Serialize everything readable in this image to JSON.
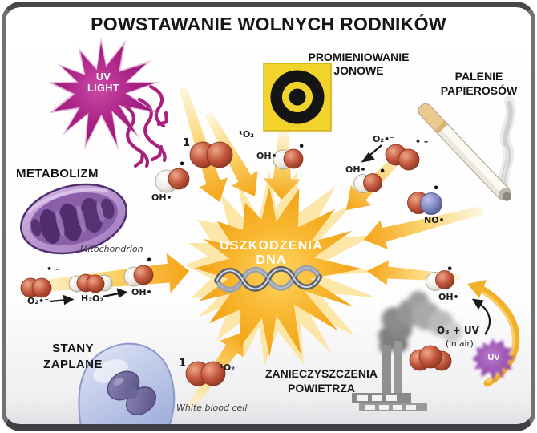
{
  "title": "POWSTAWANIE WOLNYCH RODNIKÓW",
  "colors": {
    "uv_starburst": "#a8217f",
    "beam_orange": "#f5a315",
    "radiation_yellow": "#f1d32b",
    "center_starburst": "#f6a91d",
    "uv_glow_ball": "#9b55b4",
    "molecule_red": "#c2573c",
    "molecule_blue": "#7d86c0"
  },
  "sources": {
    "uv": {
      "line1": "UV",
      "line2": "LIGHT"
    },
    "ionizing_radiation": {
      "line1": "PROMIENIOWANIE",
      "line2": "JONOWE"
    },
    "smoking": {
      "line1": "PALENIE",
      "line2": "PAPIEROSÓW"
    },
    "metabolism": {
      "label": "METABOLIZM",
      "caption": "Mitochondrion"
    },
    "inflammation": {
      "line1": "STANY",
      "line2": "ZAPLANE",
      "caption": "White blood cell"
    },
    "air_pollution": {
      "line1": "ZANIECZYSZCZENIA",
      "line2": "POWIETRZA"
    }
  },
  "center": {
    "line1": "USZKODZENIA",
    "line2": "DNA"
  },
  "chem": {
    "one": "1",
    "singlet_oxygen": "¹O₂",
    "hydroxyl": "OH•",
    "superoxide": "O₂•⁻",
    "hydrogen_peroxide": "H₂O₂",
    "nitric_oxide": "NO•",
    "ozone_plus_uv": "O₃ + UV",
    "in_air": "(in air)",
    "uv_ball": "UV",
    "radical_dot": "•",
    "radical_anion": "• –"
  }
}
